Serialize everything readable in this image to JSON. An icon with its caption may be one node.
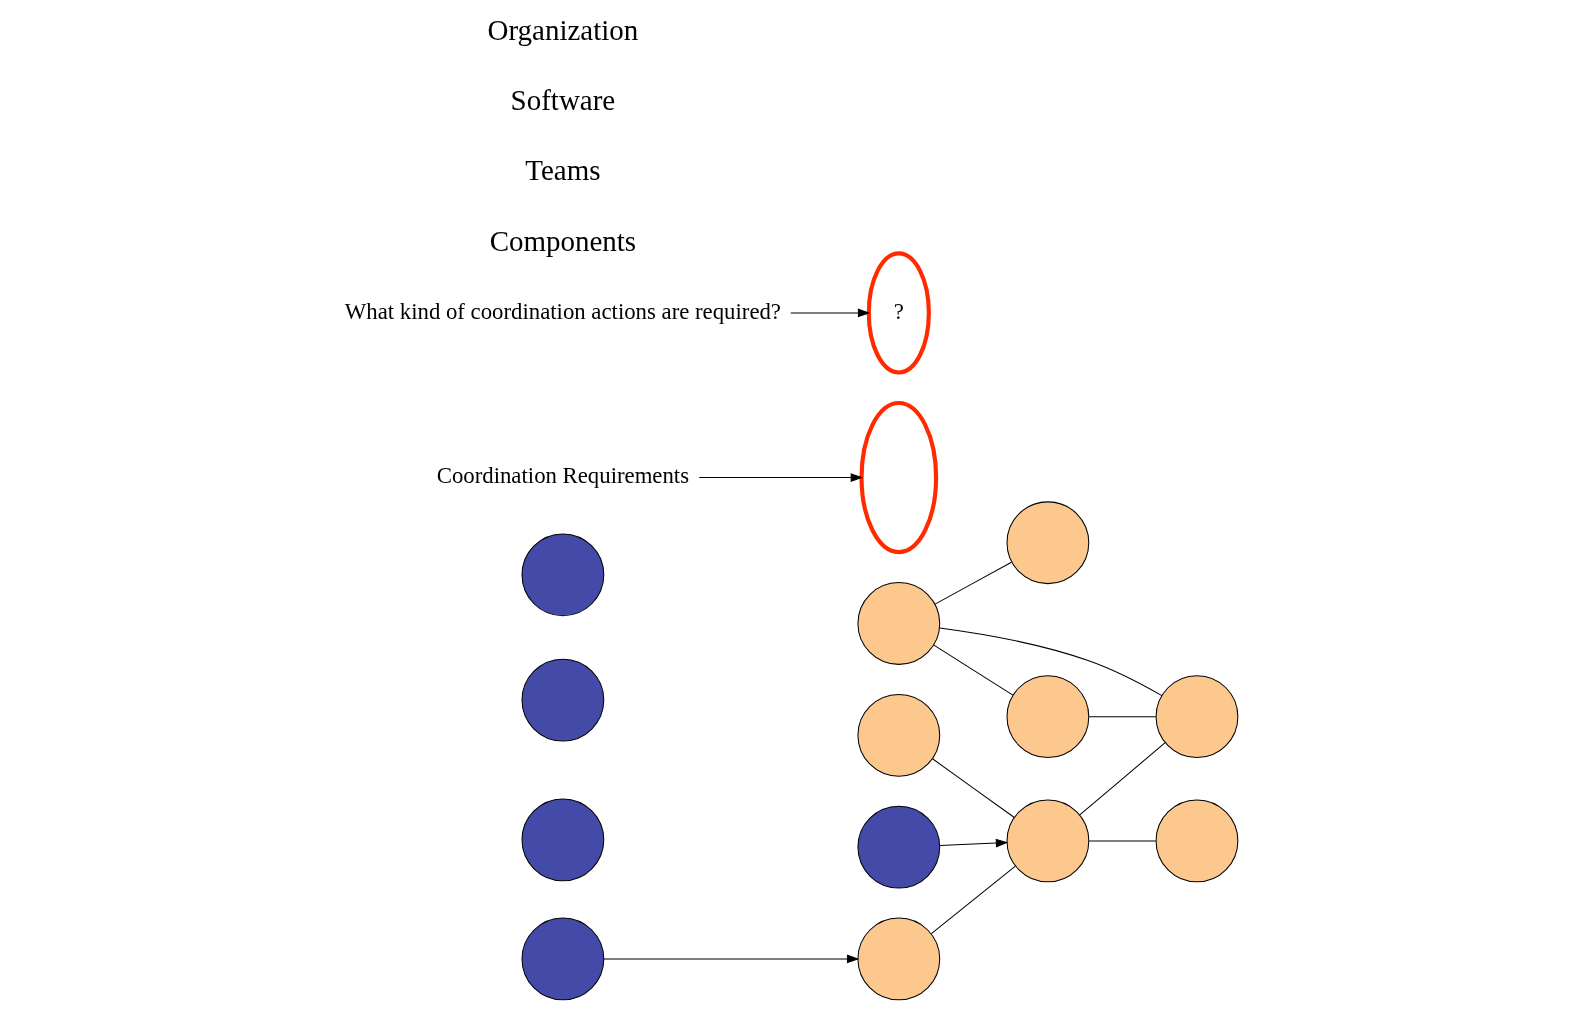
{
  "diagram": {
    "nodes": [
      {
        "text": [],
        "shape": "circle"
      },
      {
        "text": [],
        "shape": "circle"
      },
      {
        "text": [],
        "shape": "circle"
      },
      {
        "text": [],
        "shape": "circle"
      },
      {
        "text": [],
        "shape": "circle"
      },
      {
        "text": [],
        "shape": "circle"
      },
      {
        "text": [],
        "shape": "circle"
      },
      {
        "text": [],
        "shape": "circle"
      },
      {
        "text": [],
        "shape": "circle"
      },
      {
        "text": [],
        "shape": "circle"
      },
      {
        "text": [],
        "shape": "circle"
      },
      {
        "text": [],
        "shape": "circle"
      },
      {
        "text": [],
        "shape": "circle"
      },
      {
        "text": [
          "Coordination Requirements"
        ]
      },
      {
        "text": [],
        "shape": "ellipse"
      },
      {
        "text": [
          "?"
        ]
      },
      {
        "text": [
          "What kind of coordination actions are required?"
        ]
      }
    ],
    "edges": [
      {
        "from": 0,
        "to": 2,
        "arrow": "none"
      },
      {
        "from": 1,
        "to": 2,
        "arrow": "none"
      },
      {
        "from": 2,
        "to": 3,
        "arrow": "none"
      },
      {
        "from": 2,
        "to": 6,
        "arrow": "none"
      },
      {
        "from": 4,
        "to": 5,
        "arrow": "none"
      },
      {
        "from": 4,
        "to": 7,
        "arrow": "none"
      },
      {
        "from": 4,
        "to": 6,
        "arrow": "none"
      },
      {
        "from": 7,
        "to": 6,
        "arrow": "none"
      },
      {
        "from": 8,
        "to": 0,
        "arrow": "to"
      },
      {
        "from": 9,
        "to": 2,
        "arrow": "to"
      },
      {
        "from": 13,
        "to": 14,
        "arrow": "to"
      },
      {
        "from": 16,
        "to": 15,
        "arrow": "to"
      }
    ],
    "labels": [
      "Components",
      "Teams",
      "Software",
      "Organization"
    ]
  }
}
